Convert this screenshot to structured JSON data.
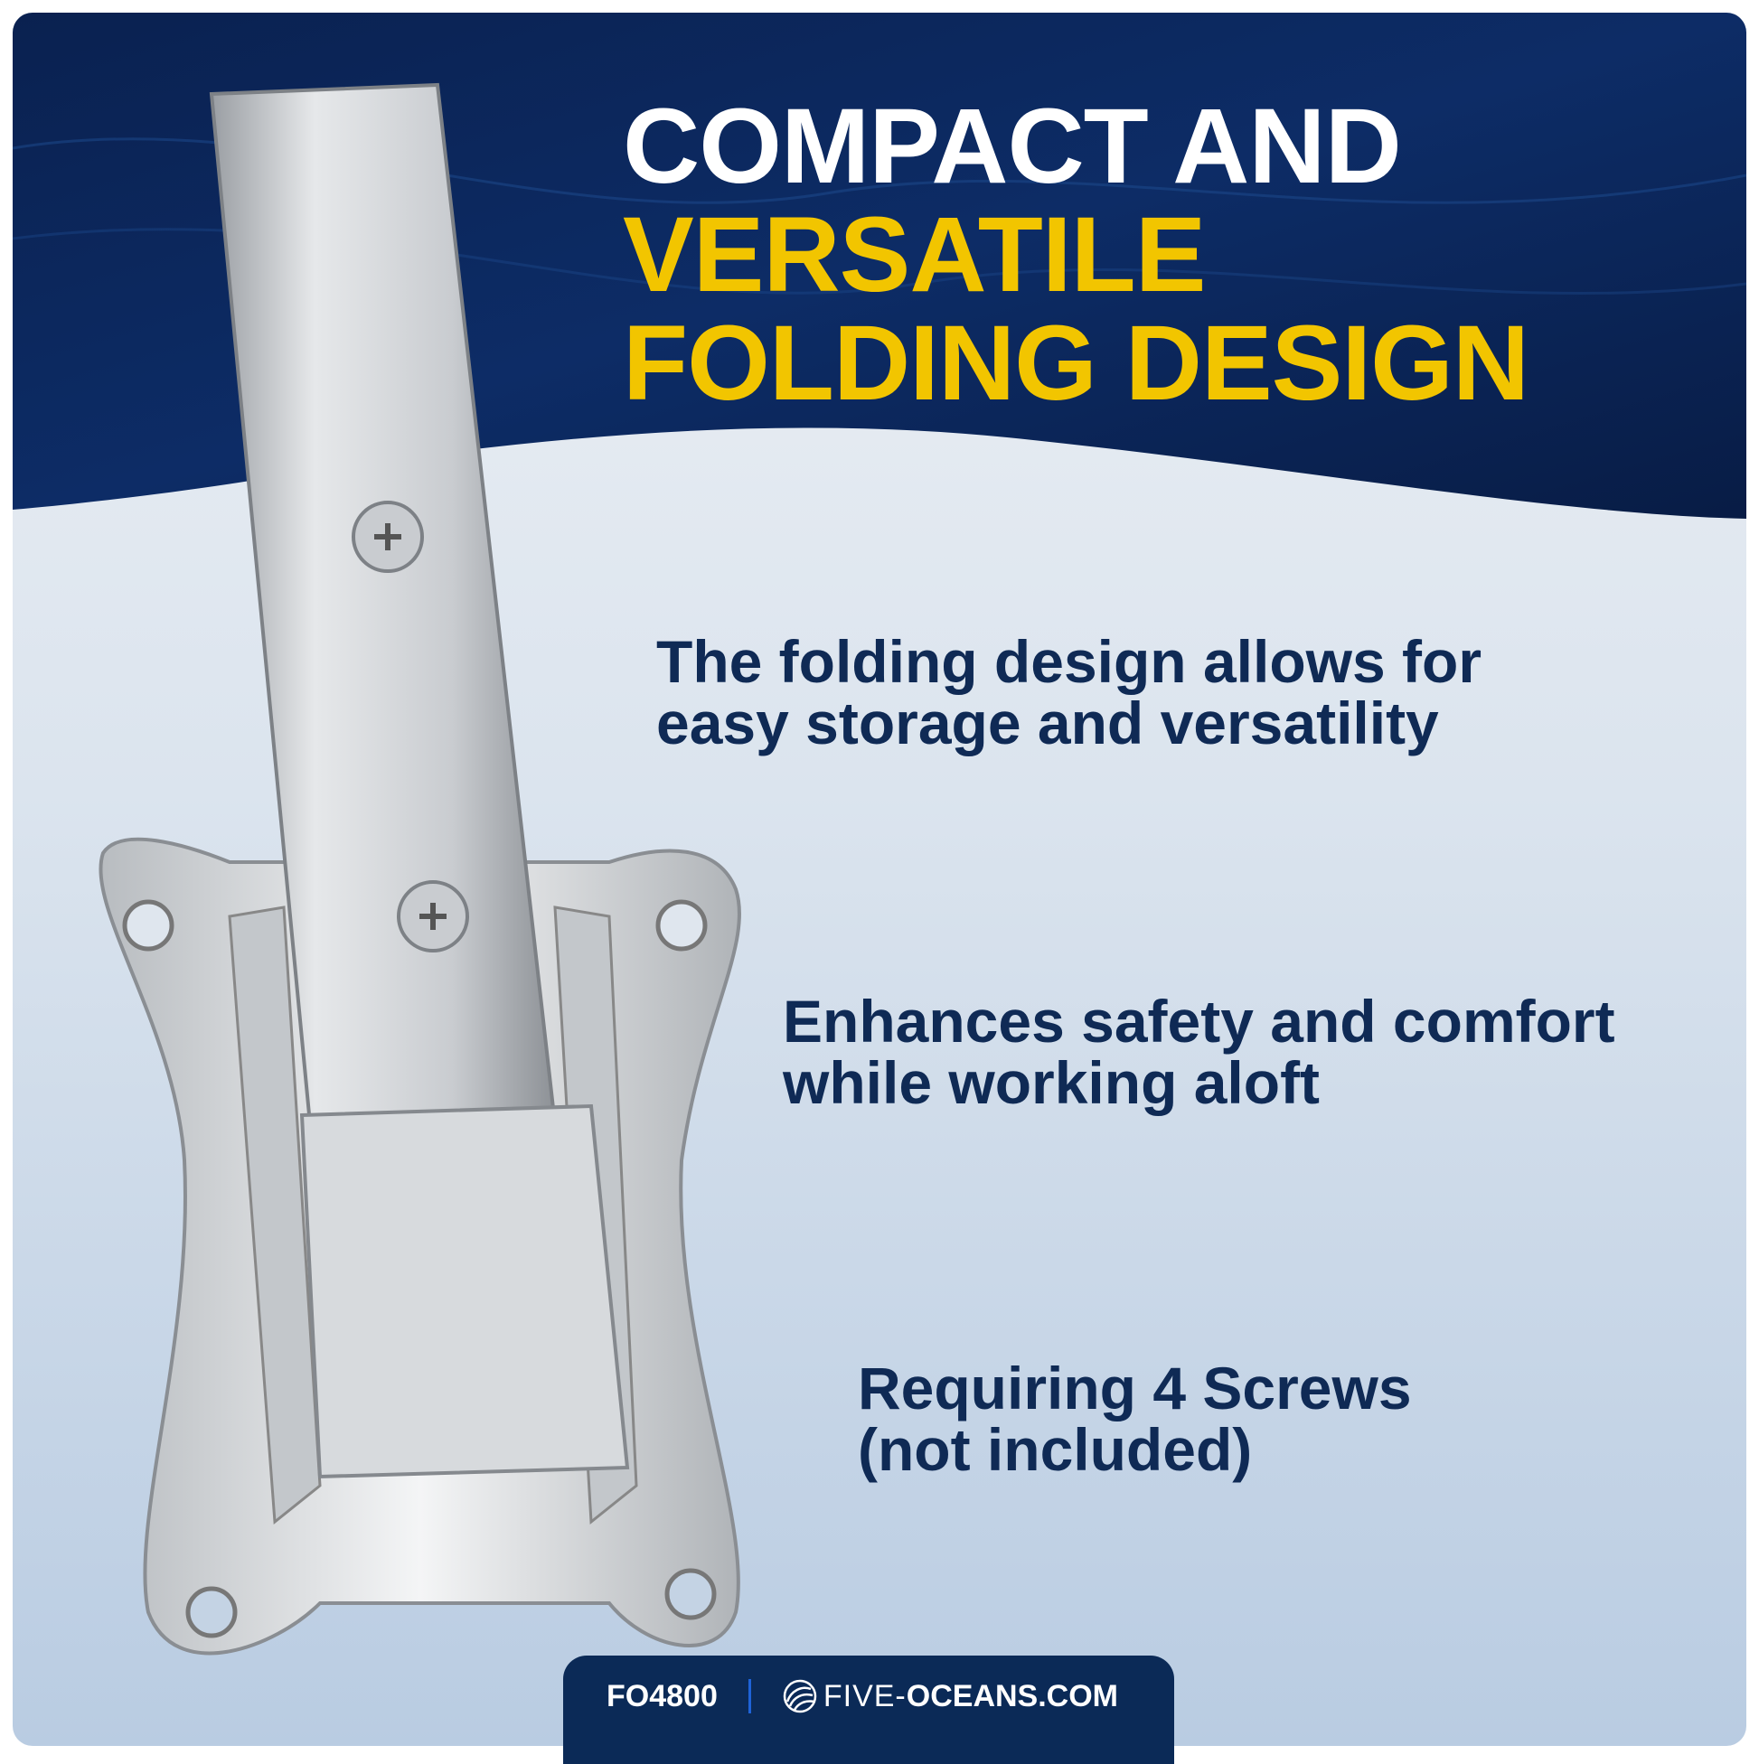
{
  "headline": {
    "line1": "COMPACT AND",
    "line2": "VERSATILE",
    "line3": "FOLDING DESIGN"
  },
  "features": [
    {
      "line1": "The folding design allows for",
      "line2": "easy storage and versatility"
    },
    {
      "line1": "Enhances safety and comfort",
      "line2": "while working aloft"
    },
    {
      "line1": "Requiring 4 Screws",
      "line2": "(not included)"
    }
  ],
  "footer": {
    "sku": "FO4800",
    "brand_light": "FIVE-",
    "brand_bold": "OCEANS.COM"
  },
  "colors": {
    "navy": "#0b2a57",
    "accent_yellow": "#f2c500",
    "text_navy": "#0f2a55"
  }
}
